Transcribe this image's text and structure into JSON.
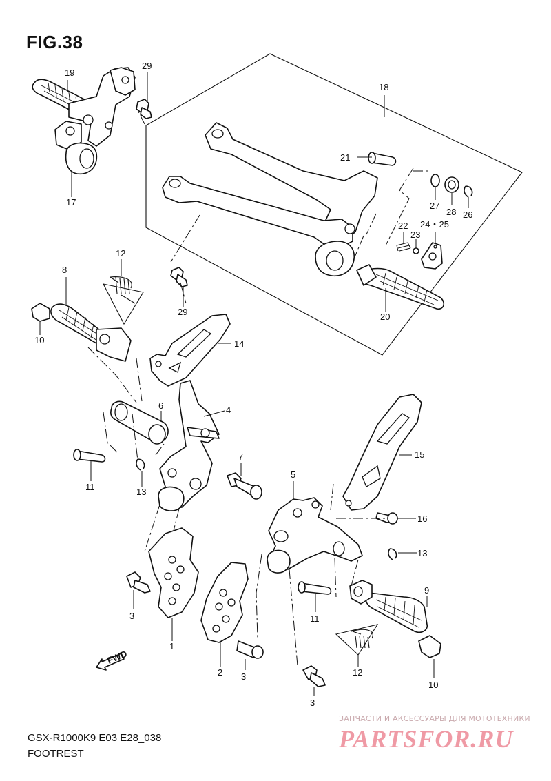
{
  "figure": {
    "title": "FIG.38"
  },
  "footer": {
    "model_code": "GSX-R1000K9 E03 E28_038",
    "section_name": "FOOTREST"
  },
  "watermark": {
    "caption": "ЗАПЧАСТИ И АКСЕССУАРЫ ДЛЯ МОТОТЕХНИКИ",
    "logo": "PARTSFOR.RU"
  },
  "fwd_label": "FWD",
  "callouts": {
    "c1": "1",
    "c2": "2",
    "c3a": "3",
    "c3b": "3",
    "c3c": "3",
    "c4": "4",
    "c5": "5",
    "c6": "6",
    "c7": "7",
    "c8": "8",
    "c9": "9",
    "c10a": "10",
    "c10b": "10",
    "c11a": "11",
    "c11b": "11",
    "c12a": "12",
    "c12b": "12",
    "c13a": "13",
    "c13b": "13",
    "c14": "14",
    "c15": "15",
    "c16": "16",
    "c17": "17",
    "c18": "18",
    "c19": "19",
    "c20": "20",
    "c21": "21",
    "c22": "22",
    "c23": "23",
    "c2425": "24・25",
    "c26": "26",
    "c27": "27",
    "c28": "28",
    "c29a": "29",
    "c29b": "29"
  }
}
